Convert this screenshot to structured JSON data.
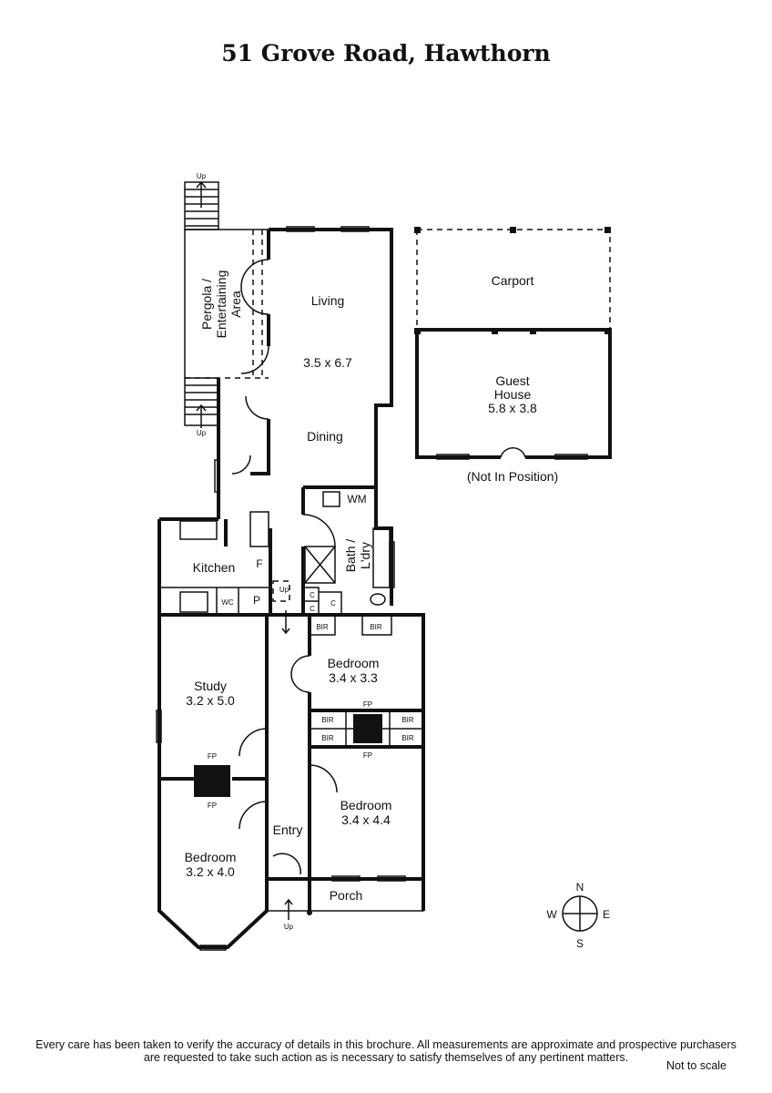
{
  "title": "51 Grove Road, Hawthorn",
  "rooms": {
    "pergola_1": "Pergola /",
    "pergola_2": "Entertaining",
    "pergola_3": "Area",
    "living": "Living",
    "living_dims": "3.5 x 6.7",
    "dining": "Dining",
    "carport": "Carport",
    "guest_1": "Guest",
    "guest_2": "House",
    "guest_dims": "5.8 x 3.8",
    "guest_note": "(Not In Position)",
    "wm": "WM",
    "bath": "Bath /",
    "ldry": "L'dry",
    "kitchen": "Kitchen",
    "f": "F",
    "p": "P",
    "wc": "WC",
    "c": "C",
    "bir": "BIR",
    "bedroom": "Bedroom",
    "bed1_dims": "3.4 x 3.3",
    "bed2_dims": "3.4 x 4.4",
    "bed3_dims": "3.2 x 4.0",
    "study": "Study",
    "study_dims": "3.2 x 5.0",
    "fp": "FP",
    "entry": "Entry",
    "porch": "Porch",
    "up": "Up"
  },
  "compass": {
    "n": "N",
    "s": "S",
    "e": "E",
    "w": "W"
  },
  "disclaimer_1": "Every care has been taken to verify the accuracy of details in this brochure.  All measurements are approximate and prospective purchasers",
  "disclaimer_2": "are requested to take such action as is necessary to satisfy themselves of any pertinent matters.",
  "scale_note": "Not to scale"
}
